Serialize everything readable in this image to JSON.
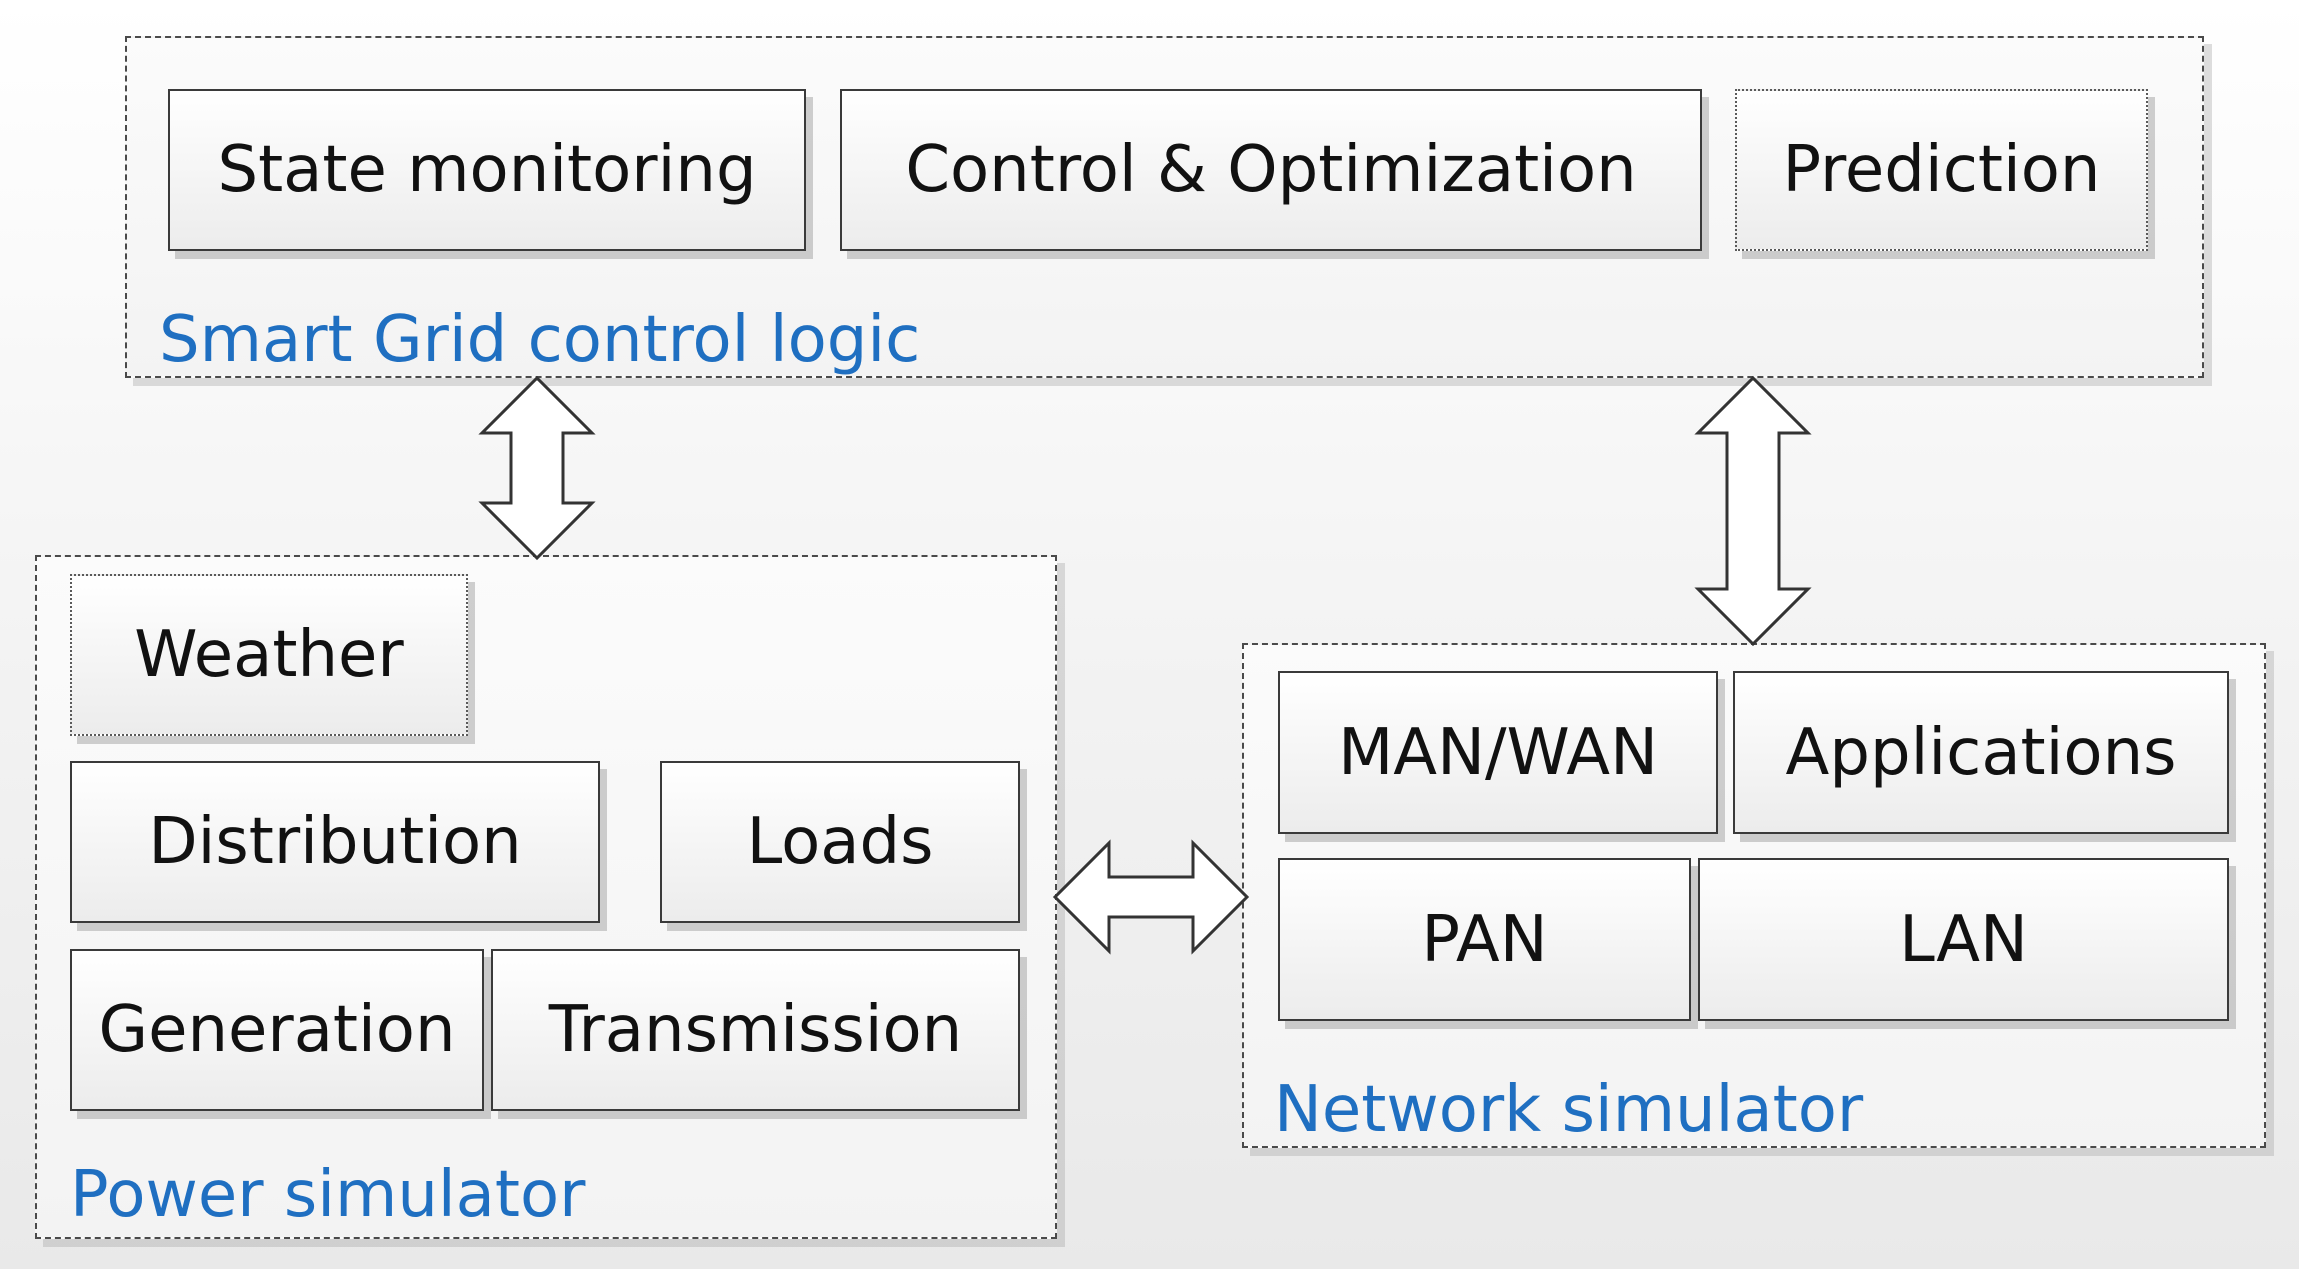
{
  "control_logic": {
    "label": "Smart Grid control logic",
    "boxes": [
      "State monitoring",
      "Control & Optimization",
      "Prediction"
    ]
  },
  "power_simulator": {
    "label": "Power simulator",
    "boxes": [
      "Weather",
      "Distribution",
      "Loads",
      "Generation",
      "Transmission"
    ]
  },
  "network_simulator": {
    "label": "Network simulator",
    "boxes": [
      "MAN/WAN",
      "Applications",
      "PAN",
      "LAN"
    ]
  },
  "colors": {
    "group_label": "#1f6fc1",
    "box_border": "#3a3a3a",
    "arrow_fill": "#ffffff",
    "arrow_stroke": "#333333"
  }
}
